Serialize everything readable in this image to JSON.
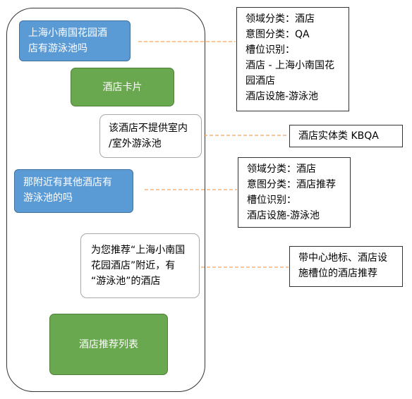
{
  "chat": {
    "user_q1": [
      "上海小南国花园酒",
      "店有游泳池吗"
    ],
    "card_hotel": "酒店卡片",
    "bot_a1": [
      "该酒店不提供室内",
      "/室外游泳池"
    ],
    "user_q2": [
      "那附近有其他酒店有",
      "游泳池的吗"
    ],
    "bot_a2": [
      "为您推荐“上海小南国",
      "花园酒店”附近，有",
      "“游泳池”的酒店"
    ],
    "card_list": "酒店推荐列表"
  },
  "annotations": {
    "note1": [
      "领域分类：酒店",
      "意图分类：QA",
      "槽位识别：",
      "酒店 - 上海小南国花",
      "园酒店",
      "酒店设施-游泳池"
    ],
    "note2": [
      "酒店实体类 KBQA"
    ],
    "note3": [
      "领域分类：酒店",
      "意图分类：酒店推荐",
      "槽位识别：",
      "酒店设施-游泳池"
    ],
    "note4": [
      "带中心地标、酒店设",
      "施槽位的酒店推荐"
    ]
  },
  "colors": {
    "user_bubble": "#5b9bd5",
    "card": "#6aa84f",
    "connector": "#f4a460"
  }
}
